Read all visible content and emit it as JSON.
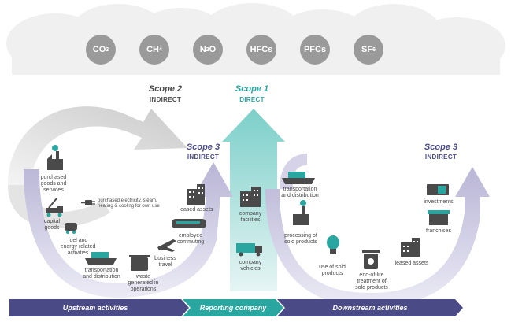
{
  "gases": [
    {
      "base": "CO",
      "sub": "2"
    },
    {
      "base": "CH",
      "sub": "4"
    },
    {
      "base": "N",
      "sub": "2",
      "tail": "O"
    },
    {
      "base": "HFCs",
      "sub": ""
    },
    {
      "base": "PFCs",
      "sub": ""
    },
    {
      "base": "SF",
      "sub": "6"
    }
  ],
  "scopes": {
    "scope2": {
      "title": "Scope 2",
      "subtitle": "INDIRECT"
    },
    "scope1": {
      "title": "Scope 1",
      "subtitle": "DIRECT"
    },
    "scope3_up": {
      "title": "Scope 3",
      "subtitle": "INDIRECT"
    },
    "scope3_down": {
      "title": "Scope 3",
      "subtitle": "INDIRECT"
    }
  },
  "upstream": {
    "purchased_goods": "purchased\ngoods and\nservices",
    "capital_goods": "capital\ngoods",
    "fuel_energy": "fuel and\nenergy related\nactivities",
    "transportation": "transportation\nand distribution",
    "waste": "waste\ngenerated in\noperations",
    "business_travel": "business\ntravel",
    "employee_commuting": "employee\ncommuting",
    "leased_assets": "leased assets",
    "purchased_electricity": "purchased electricity, steam,\nheating & cooling for own use"
  },
  "company": {
    "facilities": "company\nfacilities",
    "vehicles": "company\nvehicles"
  },
  "downstream": {
    "transportation": "transportation\nand distribution",
    "processing": "processing of\nsold products",
    "use": "use of sold\nproducts",
    "end_of_life": "end-of-life\ntreatment of\nsold products",
    "leased_assets": "leased assets",
    "franchises": "franchises",
    "investments": "investments"
  },
  "bands": {
    "upstream": "Upstream activities",
    "reporting": "Reporting company",
    "downstream": "Downstream activities"
  },
  "colors": {
    "purple": "#4a4a86",
    "teal": "#2aa6a0",
    "gray_arrow": "#cfcfcf",
    "purple_light": "#c9c6e0",
    "icon": "#4a4a4a"
  }
}
